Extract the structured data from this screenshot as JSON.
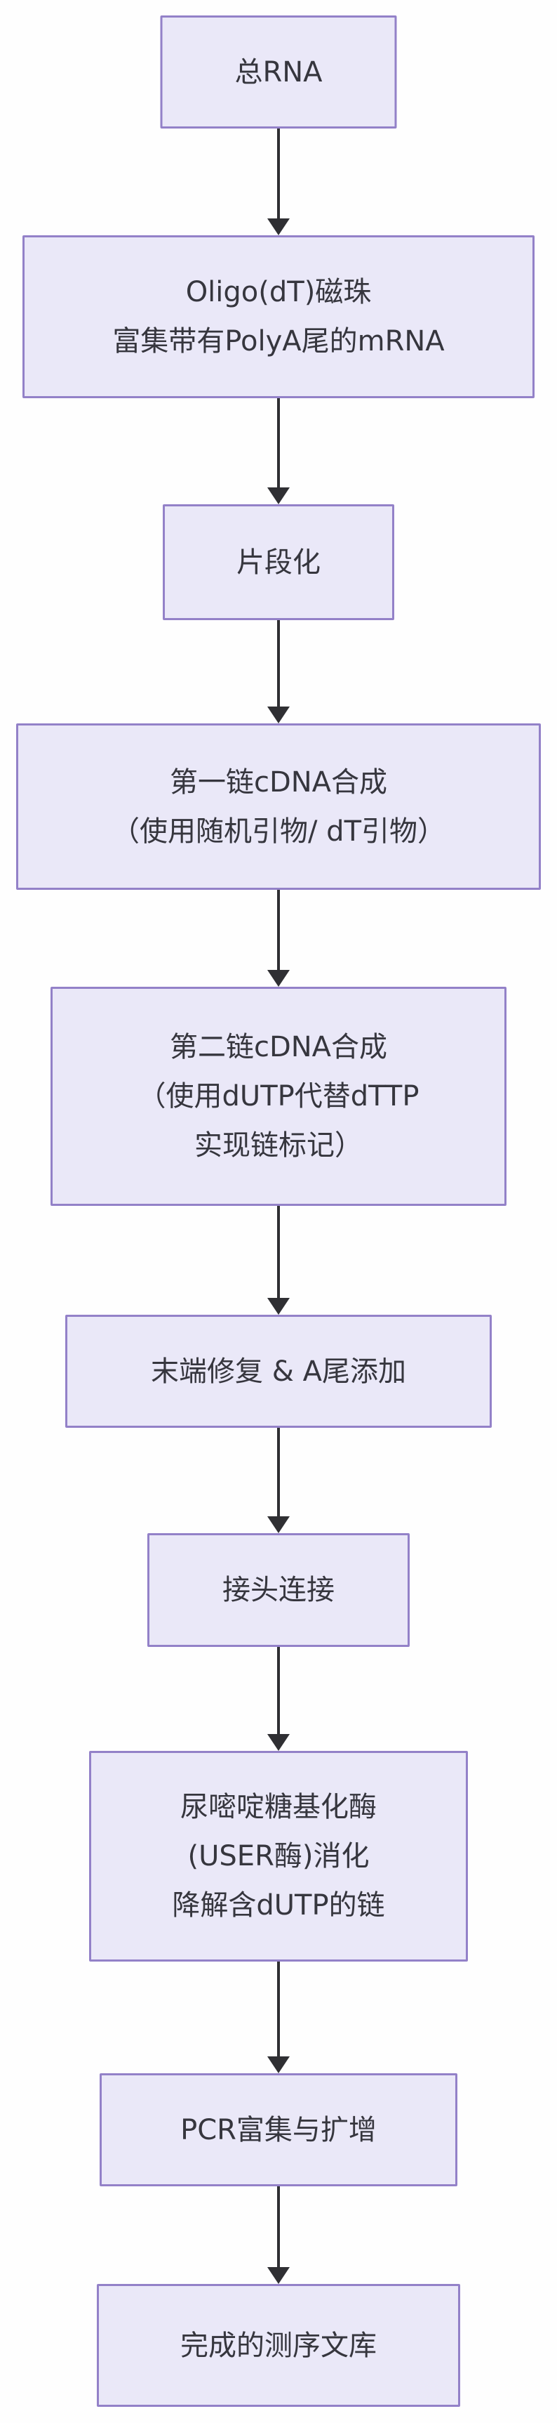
{
  "diagram": {
    "type": "flowchart",
    "direction": "top-down",
    "background_color": "#FEFEFE",
    "node_fill_color": "#EAE8F8",
    "node_border_color": "#9381C8",
    "node_text_color": "#36363E",
    "arrow_color": "#2F2F33",
    "nodes": [
      {
        "id": "total-rna",
        "text": "总RNA"
      },
      {
        "id": "oligo-dt-enrichment",
        "text": "Oligo(dT)磁珠\n富集带有PolyA尾的mRNA"
      },
      {
        "id": "fragmentation",
        "text": "片段化"
      },
      {
        "id": "first-strand-cdna",
        "text": "第一链cDNA合成\n（使用随机引物/ dT引物）"
      },
      {
        "id": "second-strand-cdna",
        "text": "第二链cDNA合成\n（使用dUTP代替dTTP\n实现链标记）"
      },
      {
        "id": "end-repair-a-tailing",
        "text": "末端修复 & A尾添加"
      },
      {
        "id": "adapter-ligation",
        "text": "接头连接"
      },
      {
        "id": "user-digestion",
        "text": "尿嘧啶糖基化酶\n(USER酶)消化\n降解含dUTP的链"
      },
      {
        "id": "pcr-amplification",
        "text": "PCR富集与扩增"
      },
      {
        "id": "final-library",
        "text": "完成的测序文库"
      }
    ],
    "edges": [
      {
        "from": "total-rna",
        "to": "oligo-dt-enrichment"
      },
      {
        "from": "oligo-dt-enrichment",
        "to": "fragmentation"
      },
      {
        "from": "fragmentation",
        "to": "first-strand-cdna"
      },
      {
        "from": "first-strand-cdna",
        "to": "second-strand-cdna"
      },
      {
        "from": "second-strand-cdna",
        "to": "end-repair-a-tailing"
      },
      {
        "from": "end-repair-a-tailing",
        "to": "adapter-ligation"
      },
      {
        "from": "adapter-ligation",
        "to": "user-digestion"
      },
      {
        "from": "user-digestion",
        "to": "pcr-amplification"
      },
      {
        "from": "pcr-amplification",
        "to": "final-library"
      }
    ]
  }
}
